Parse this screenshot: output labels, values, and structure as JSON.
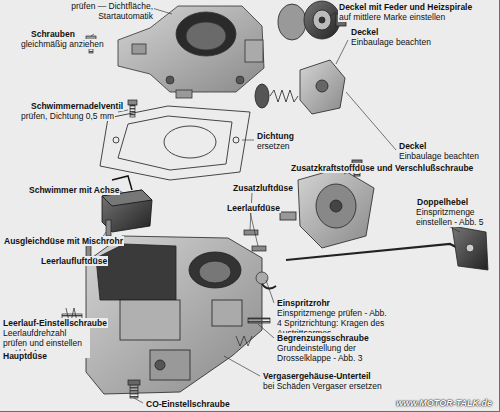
{
  "diagram": {
    "labels": [
      "prüfen — Dichtfläche, Startautomatik",
      "Schrauben",
      "gleichmäßig anziehen",
      "Deckel mit Feder und Heizspirale",
      "auf mittlere Marke einstellen",
      "Deckel",
      "Einbaulage beachten",
      "Schwimmernadelventil",
      "prüfen, Dichtung 0,5 mm",
      "Dichtung",
      "ersetzen",
      "Deckel",
      "Einbaulage beachten",
      "Zusatzkraftstoffdüse und Verschlußschraube",
      "Schwimmer mit Achse",
      "Zusatzluftdüse",
      "Leerlaufdüse",
      "Doppelhebel",
      "Einspritzmenge einstellen - Abb. 5",
      "Ausgleichdüse mit Mischrohr",
      "Leerlaufluftdüse",
      "Einspritzrohr",
      "Einspritzmenge prüfen - Abb. 4 Spritzrichtung: Kragen des Austrittsarmes",
      "Begrenzungsschraube",
      "Grundeinstellung der Drosselklappe - Abb. 3",
      "Leerlauf-Einstellschraube",
      "Leerlaufdrehzahl prüfen und einstellen — Abb. 1",
      "Hauptdüse",
      "Vergasergehäuse-Unterteil",
      "bei Schäden Vergaser ersetzen",
      "CO-Einstellschraube",
      "www.MOTOR-TALK.de"
    ]
  }
}
